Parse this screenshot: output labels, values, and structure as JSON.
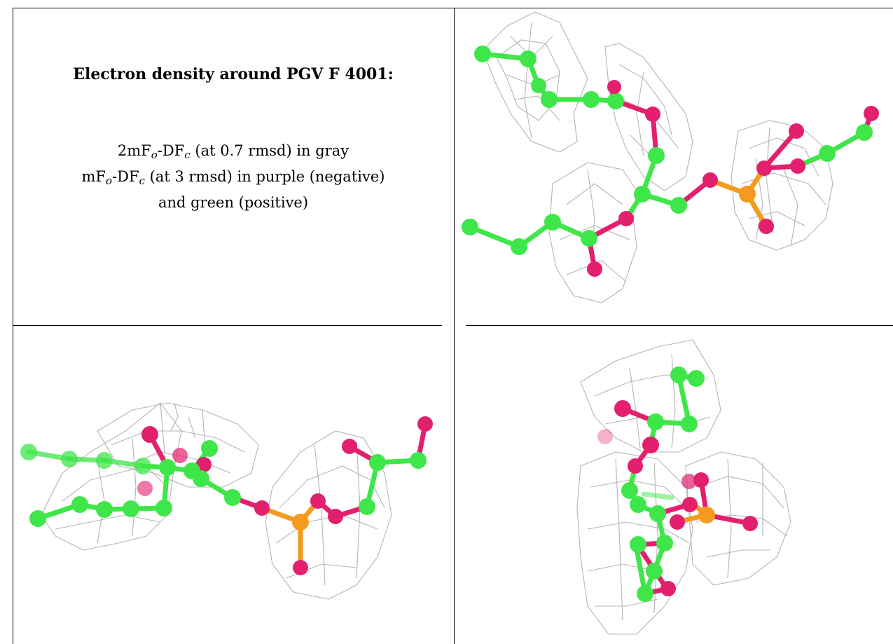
{
  "caption": {
    "title": "Electron density around PGV F 4001:",
    "line1": {
      "a": "2mF",
      "b": "o",
      "c": "-DF",
      "d": "c",
      "e": " (at 0.7 rmsd) in gray"
    },
    "line2": {
      "a": "mF",
      "b": "o",
      "c": "-DF",
      "d": "c",
      "e": " (at 3 rmsd) in purple (negative)"
    },
    "line3": "and green (positive)"
  },
  "colors": {
    "carbon": "#3fe64a",
    "oxygen": "#e2206e",
    "phosphorus": "#f39a1f",
    "mesh": "#b4b4b4"
  },
  "views": [
    {
      "name": "view-top-right"
    },
    {
      "name": "view-bottom-left"
    },
    {
      "name": "view-bottom-right"
    }
  ]
}
